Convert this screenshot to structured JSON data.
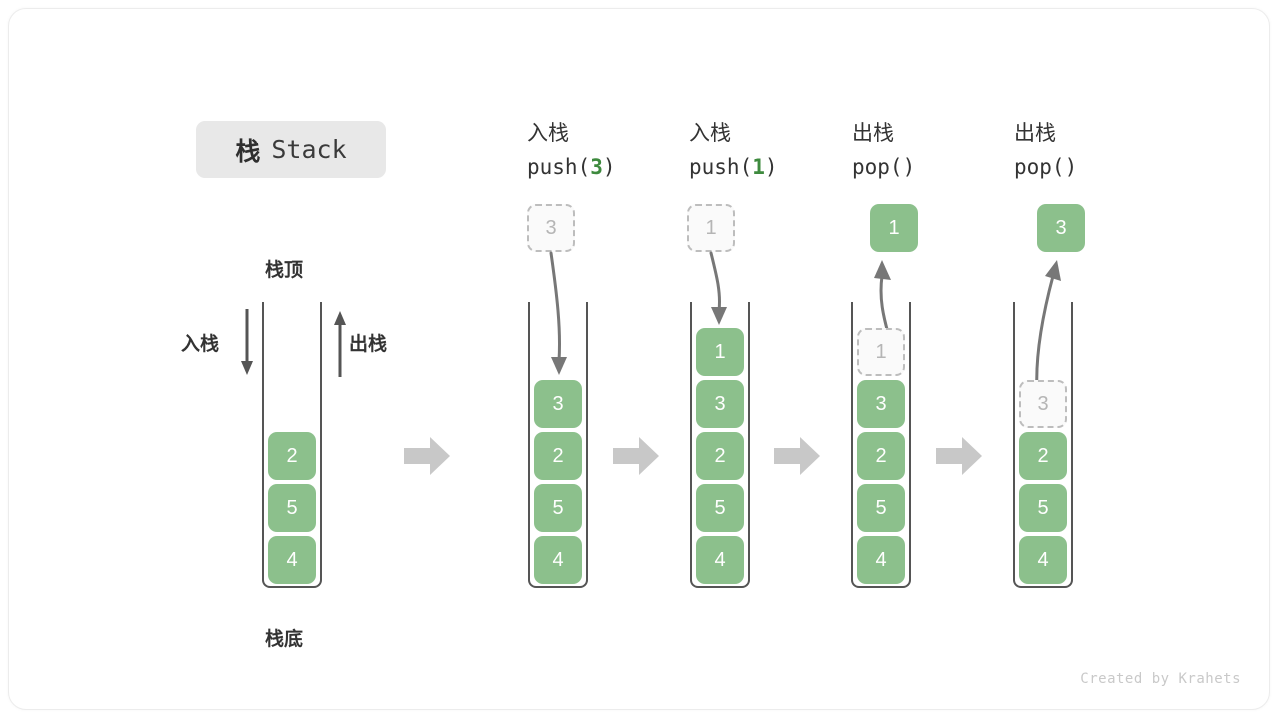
{
  "card": {
    "title_cn": "栈",
    "title_en": "Stack",
    "footer": "Created by Krahets"
  },
  "colors": {
    "cell_green": "#8cc08c",
    "accent_green": "#3e8a3e",
    "ghost_border": "#bdbdbd",
    "ghost_fill": "#fafafa",
    "arrow_gray": "#c8c8c8",
    "line_gray": "#666666",
    "badge_bg": "#e8e8e8",
    "text_dark": "#333333"
  },
  "base_stack": {
    "top_label": "栈顶",
    "bottom_label": "栈底",
    "push_label": "入栈",
    "pop_label": "出栈",
    "cells": [
      "2",
      "5",
      "4"
    ]
  },
  "stages": [
    {
      "id": "push-3",
      "op_cn": "入栈",
      "code_prefix": "push(",
      "code_arg": "3",
      "code_suffix": ")",
      "float_value": "3",
      "float_style": "ghost",
      "arrow_direction": "down",
      "cells": [
        {
          "value": "3",
          "style": "solid"
        },
        {
          "value": "2",
          "style": "solid"
        },
        {
          "value": "5",
          "style": "solid"
        },
        {
          "value": "4",
          "style": "solid"
        }
      ]
    },
    {
      "id": "push-1",
      "op_cn": "入栈",
      "code_prefix": "push(",
      "code_arg": "1",
      "code_suffix": ")",
      "float_value": "1",
      "float_style": "ghost",
      "arrow_direction": "down",
      "cells": [
        {
          "value": "1",
          "style": "solid"
        },
        {
          "value": "3",
          "style": "solid"
        },
        {
          "value": "2",
          "style": "solid"
        },
        {
          "value": "5",
          "style": "solid"
        },
        {
          "value": "4",
          "style": "solid"
        }
      ]
    },
    {
      "id": "pop-1",
      "op_cn": "出栈",
      "code_prefix": "pop(",
      "code_arg": "",
      "code_suffix": ")",
      "float_value": "1",
      "float_style": "solid",
      "arrow_direction": "up",
      "cells": [
        {
          "value": "1",
          "style": "ghost"
        },
        {
          "value": "3",
          "style": "solid"
        },
        {
          "value": "2",
          "style": "solid"
        },
        {
          "value": "5",
          "style": "solid"
        },
        {
          "value": "4",
          "style": "solid"
        }
      ]
    },
    {
      "id": "pop-3",
      "op_cn": "出栈",
      "code_prefix": "pop(",
      "code_arg": "",
      "code_suffix": ")",
      "float_value": "3",
      "float_style": "ghost",
      "arrow_direction": "up",
      "cells": [
        {
          "value": "3",
          "style": "ghost"
        },
        {
          "value": "2",
          "style": "solid"
        },
        {
          "value": "5",
          "style": "solid"
        },
        {
          "value": "4",
          "style": "solid"
        }
      ]
    }
  ],
  "transition_arrows": [
    "step-arrow-1",
    "step-arrow-2",
    "step-arrow-3",
    "step-arrow-4"
  ]
}
